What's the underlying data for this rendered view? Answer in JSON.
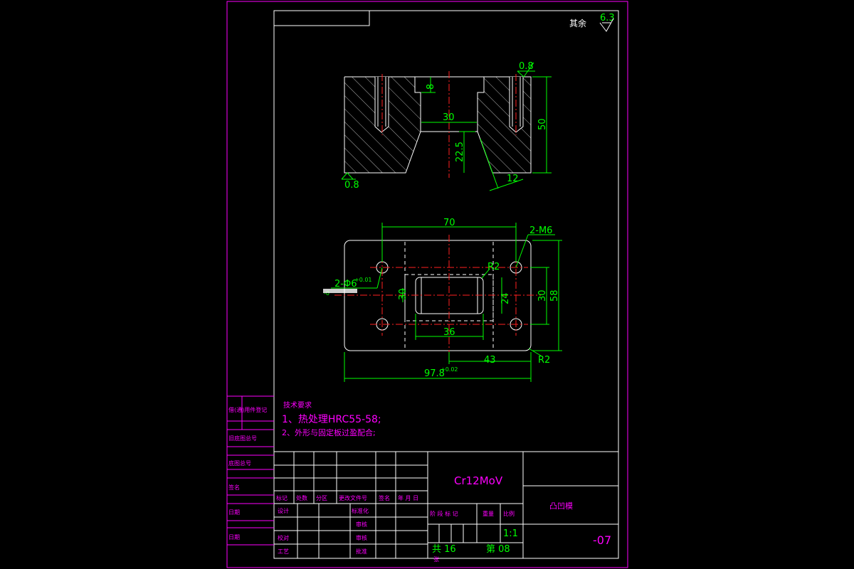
{
  "drawing": {
    "surface_finish_note": "其余",
    "surface_finish_value": "6.3",
    "material": "Cr12MoV",
    "part_name": "凸凹模",
    "drawing_number": "-07",
    "scale": "1:1",
    "total_sheets": "共 16",
    "sheet_number": "第 08",
    "sheet_label_zhang": "张"
  },
  "colors": {
    "frame": "#ff00ff",
    "outline": "#ffffff",
    "dimension": "#00ff00",
    "centerline": "#ff2020"
  },
  "tech_requirements": {
    "title": "技术要求",
    "item1": "1、热处理HRC55-58;",
    "item2": "2、外形与固定板过盈配合;"
  },
  "side_labels": {
    "l1": "借(通)用件登记",
    "l2": "旧底图总号",
    "l3": "底图总号",
    "l4": "签名",
    "l5": "日期",
    "l6": "日期"
  },
  "title_block": {
    "h_mark": "标记",
    "h_count": "处数",
    "h_zone": "分区",
    "h_docno": "更改文件号",
    "h_sign": "签名",
    "h_date": "年 月 日",
    "r_design": "设计",
    "r_std": "标准化",
    "r_proc": "审核",
    "r_chk": "校对",
    "r_check2": "审核",
    "r_approve": "批准",
    "r_craft": "工艺",
    "h_stage": "阶 段 标 记",
    "h_weight": "重量",
    "h_scale": "比例"
  },
  "dimensions": {
    "sec_finish_top": "0.8",
    "sec_finish_bottom": "0.8",
    "sec_depth": "8",
    "sec_width": "30",
    "sec_height": "50",
    "sec_depth2": "22.5",
    "sec_angle": "12",
    "plan_hole_span": "70",
    "plan_thread": "2-M6",
    "plan_pin": "2-Φ6",
    "plan_pin_tol": "+0.01",
    "plan_pin_tol2": "-0",
    "plan_r_inner": "R2",
    "plan_inner_h": "30",
    "plan_outer_h": "58",
    "plan_slot_h": "24",
    "plan_slot_dim": "30",
    "plan_slot_w": "36",
    "plan_half": "43",
    "plan_r_outer": "R2",
    "plan_length": "97.8",
    "plan_length_tol": "+0.02"
  }
}
